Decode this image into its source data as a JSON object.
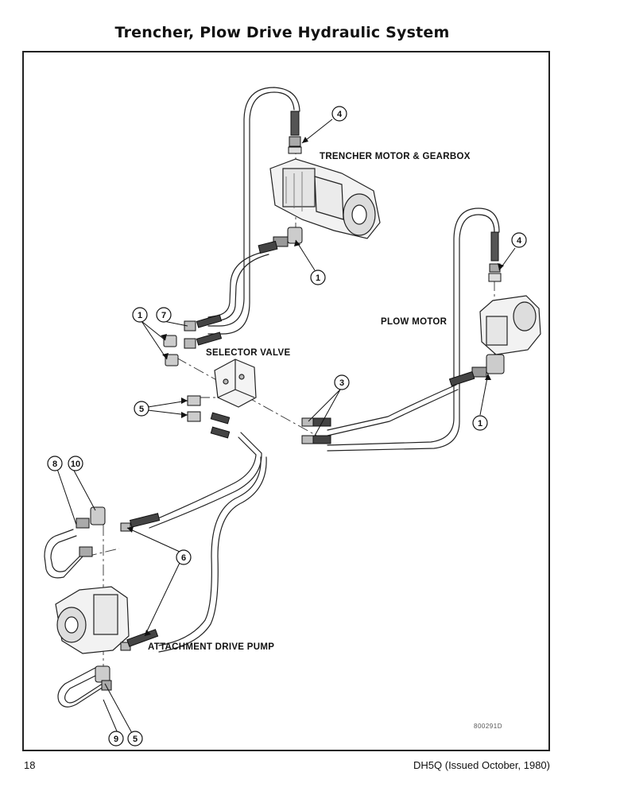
{
  "page": {
    "title": "Trencher, Plow Drive Hydraulic System",
    "page_number": "18",
    "document_id": "DH5Q (Issued October, 1980)"
  },
  "diagram": {
    "drawing_number": "800291D",
    "components": {
      "trencher_motor": "TRENCHER MOTOR & GEARBOX",
      "plow_motor": "PLOW MOTOR",
      "selector_valve": "SELECTOR VALVE",
      "attachment_pump": "ATTACHMENT DRIVE PUMP"
    },
    "callouts": {
      "c1": "1",
      "c3": "3",
      "c4": "4",
      "c5": "5",
      "c6": "6",
      "c7": "7",
      "c8": "8",
      "c9": "9",
      "c10": "10"
    }
  }
}
